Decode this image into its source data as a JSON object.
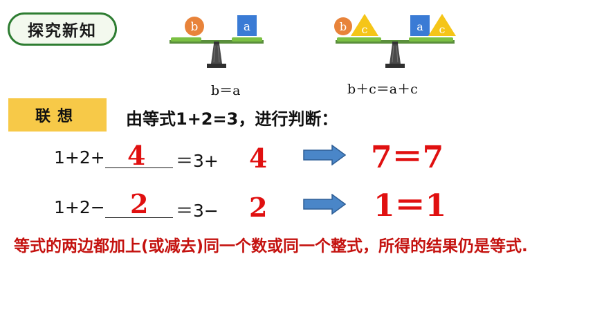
{
  "header": {
    "title": "探究新知"
  },
  "balances": [
    {
      "left_items": [
        "b"
      ],
      "right_items": [
        "a"
      ],
      "label": "b＝a"
    },
    {
      "left_items": [
        "b",
        "c"
      ],
      "right_items": [
        "a",
        "c"
      ],
      "label": "b＋c＝a＋c"
    }
  ],
  "association": {
    "label": "联想",
    "text": "由等式1+2=3，进行判断："
  },
  "equations": [
    {
      "left": "1+2+",
      "blank": "4",
      "right": "＝3+",
      "right_value": "4",
      "result": "7＝7"
    },
    {
      "left": "1+2−",
      "blank": "2",
      "right": "＝3−",
      "right_value": "2",
      "result": "1＝1"
    }
  ],
  "conclusion": "等式的两边都加上(或减去)同一个数或同一个整式，所得的结果仍是等式.",
  "colors": {
    "accent_red": "#e01010",
    "pill_border": "#2e7d32",
    "label_bg": "#f7c948",
    "circle": "#e8833a",
    "square": "#3a7bd5",
    "triangle": "#f5c518",
    "pan": "#7bc043",
    "arrow": "#4a86c8"
  }
}
